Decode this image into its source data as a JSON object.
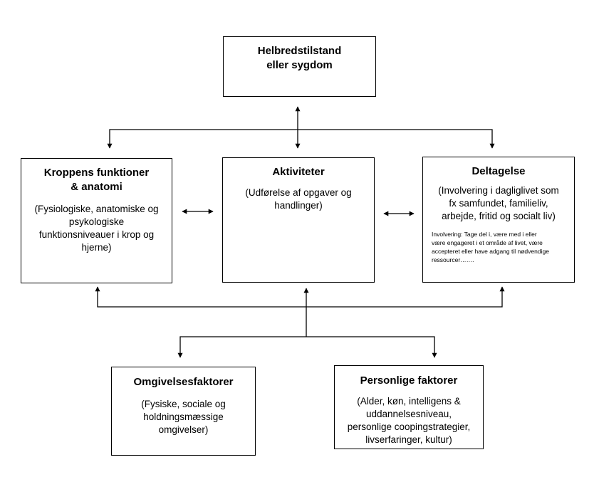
{
  "boxes": {
    "health": {
      "title_line1": "Helbredstilstand",
      "title_line2": "eller sygdom"
    },
    "body": {
      "title_line1": "Kroppens funktioner",
      "title_line2": "& anatomi",
      "desc_line1": "(Fysiologiske, anatomiske og",
      "desc_line2": "psykologiske",
      "desc_line3": "funktionsniveauer i krop og",
      "desc_line4": "hjerne)"
    },
    "activities": {
      "title": "Aktiviteter",
      "desc_line1": "(Udførelse af opgaver og",
      "desc_line2": "handlinger)"
    },
    "participation": {
      "title": "Deltagelse",
      "desc_line1": "(Involvering i dagliglivet som",
      "desc_line2": "fx samfundet, familieliv,",
      "desc_line3": "arbejde, fritid og socialt liv)",
      "note_line1": "Involvering:  Tage del i, være med i eller",
      "note_line2": "være engageret i et område af  livet, være",
      "note_line3": "accepteret eller have adgang til nødvendige",
      "note_line4": "ressourcer……."
    },
    "environment": {
      "title": "Omgivelsesfaktorer",
      "desc_line1": "(Fysiske, sociale og",
      "desc_line2": "holdningsmæssige",
      "desc_line3": "omgivelser)"
    },
    "personal": {
      "title": "Personlige faktorer",
      "desc_line1": "(Alder, køn, intelligens &",
      "desc_line2": "uddannelsesniveau,",
      "desc_line3": "personlige coopingstrategier,",
      "desc_line4": "livserfaringer, kultur)"
    }
  }
}
